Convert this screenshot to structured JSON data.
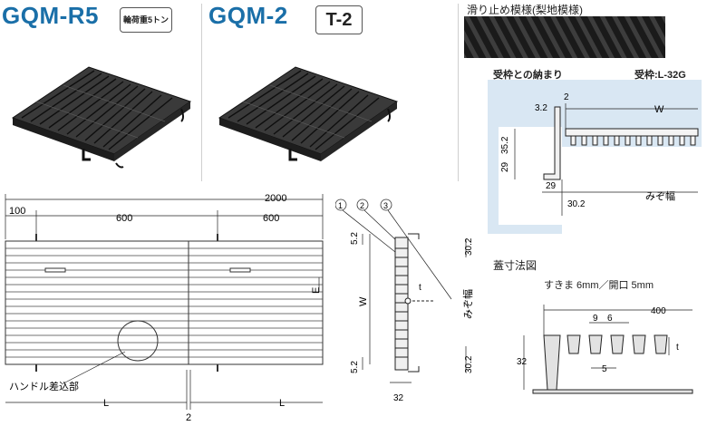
{
  "products": [
    {
      "model": "GQM-R5",
      "badge": "輪荷重5トン"
    },
    {
      "model": "GQM-2",
      "badge": "T-2"
    }
  ],
  "texture": {
    "caption": "滑り止め模様(梨地模様)"
  },
  "receiving_frame": {
    "title": "受枠との納まり",
    "frame_label": "受枠:L-32G",
    "dims": {
      "d3_2": "3.2",
      "d2": "2",
      "w": "W",
      "d35_2": "35.2",
      "d29a": "29",
      "d29b": "29",
      "d30_2": "30.2",
      "gutter_width": "みぞ幅"
    }
  },
  "cover_dims": {
    "title": "蓋寸法図",
    "gap_note": "すきま 6mm／開口 5mm",
    "d400": "400",
    "d9": "9",
    "d6": "6",
    "d5": "5",
    "d32": "32",
    "t": "t"
  },
  "plan": {
    "total": "2000",
    "d100": "100",
    "d600a": "600",
    "d600b": "600",
    "e": "E",
    "handle_label": "ハンドル差込部",
    "l1": "L",
    "l2": "L",
    "gap": "2"
  },
  "section": {
    "markers": [
      "1",
      "2",
      "3"
    ],
    "d5_2_top": "5.2",
    "d30_2_top": "30.2",
    "w": "W",
    "t": "t",
    "gutter_width": "みぞ幅",
    "d5_2_bottom": "5.2",
    "d30_2_bottom": "30.2",
    "d32": "32"
  },
  "colors": {
    "model_blue": "#1a6fa8",
    "panel_bg": "#d9e7f3",
    "grating": "#2b2b2b"
  }
}
